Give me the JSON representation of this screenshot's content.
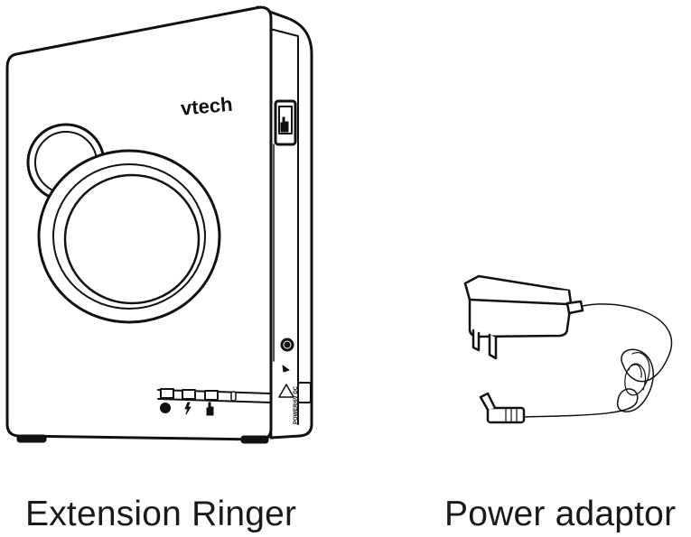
{
  "device": {
    "brand": "vtech",
    "port_label": "POWER/6V DC"
  },
  "captions": {
    "ringer": "Extension Ringer",
    "adaptor": "Power adaptor"
  }
}
